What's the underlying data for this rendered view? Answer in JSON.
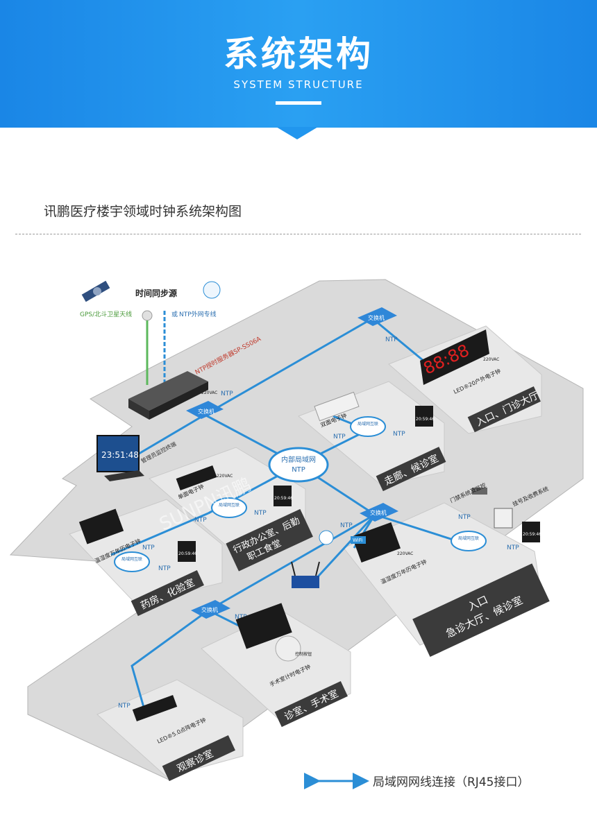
{
  "header": {
    "title": "系统架构",
    "subtitle": "SYSTEM STRUCTURE"
  },
  "diagram": {
    "title": "讯鹏医疗楼宇领域时钟系统架构图",
    "time_source": "时间同步源",
    "gps": "GPS/北斗卫星天线",
    "or_text": "或",
    "ntp_line": "NTP外网专线",
    "server": "NTP授时服务器SP-SS06A",
    "monitor_label": "管理员监控终端",
    "monitor_time": "23:51:48",
    "switch": "交换机",
    "network": "内部局域网",
    "ntp": "NTP",
    "router": "WiFi",
    "wifi_logo": "Wi Fi",
    "power": "220VAC",
    "tablet_time": "20:59:46",
    "mini_net": "局域网互联",
    "clock_2inch": "88:88",
    "outdoor_clock": "LED®20户外电子钟",
    "double_clock": "双面电子钟",
    "single_clock": "单面电子钟",
    "thermo_clock": "温湿度万年历电子钟",
    "op_clock": "手术室计时电子钟",
    "control_panel": "控制按钮",
    "dot_clock": "LED®5.0点阵电子钟",
    "access": "门禁系统及监控",
    "queue": "挂号及收费系统",
    "room_entrance": "入口、门诊大厅",
    "room_corridor": "走廊、候诊室",
    "room_admin_1": "行政办公室、后勤",
    "room_admin_2": "职工食堂",
    "room_pharmacy": "药房、化验室",
    "room_emergency_1": "入口",
    "room_emergency_2": "急诊大厅、候诊室",
    "room_surgery": "诊室、手术室",
    "room_observe": "观察诊室",
    "watermark": "SUNPN讯鹏"
  },
  "legend": {
    "label": "局域网网线连接（RJ45接口）"
  },
  "colors": {
    "brand_blue": "#1e8fea",
    "floor": "#d9d9d9",
    "cable": "#2b8ed6",
    "gps_line": "#5cb85c",
    "room_label_bg": "#3b3b3b",
    "led_red": "#e02020"
  }
}
